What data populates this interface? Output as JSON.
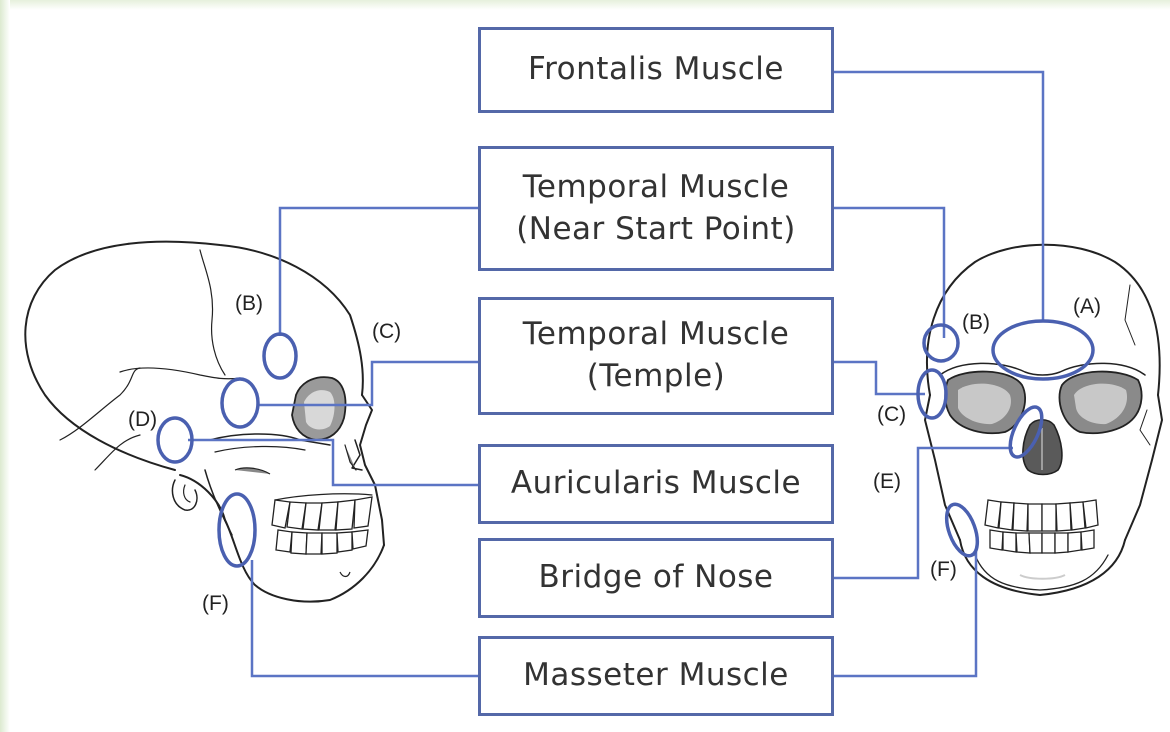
{
  "boxes": {
    "frontalis": {
      "lines": [
        "Frontalis Muscle"
      ]
    },
    "temporal_start": {
      "lines": [
        "Temporal Muscle",
        "(Near Start Point)"
      ]
    },
    "temporal_temple": {
      "lines": [
        "Temporal Muscle",
        "(Temple)"
      ]
    },
    "auricularis": {
      "lines": [
        "Auricularis Muscle"
      ]
    },
    "bridge_nose": {
      "lines": [
        "Bridge of Nose"
      ]
    },
    "masseter": {
      "lines": [
        "Masseter Muscle"
      ]
    }
  },
  "side_skull_labels": {
    "b": "(B)",
    "c": "(C)",
    "d": "(D)",
    "f": "(F)"
  },
  "front_skull_labels": {
    "a": "(A)",
    "b": "(B)",
    "c": "(C)",
    "e": "(E)",
    "f": "(F)"
  },
  "colors": {
    "connector": "#5b74c4",
    "box_border": "#5468a8",
    "marker": "#4a60b0"
  }
}
